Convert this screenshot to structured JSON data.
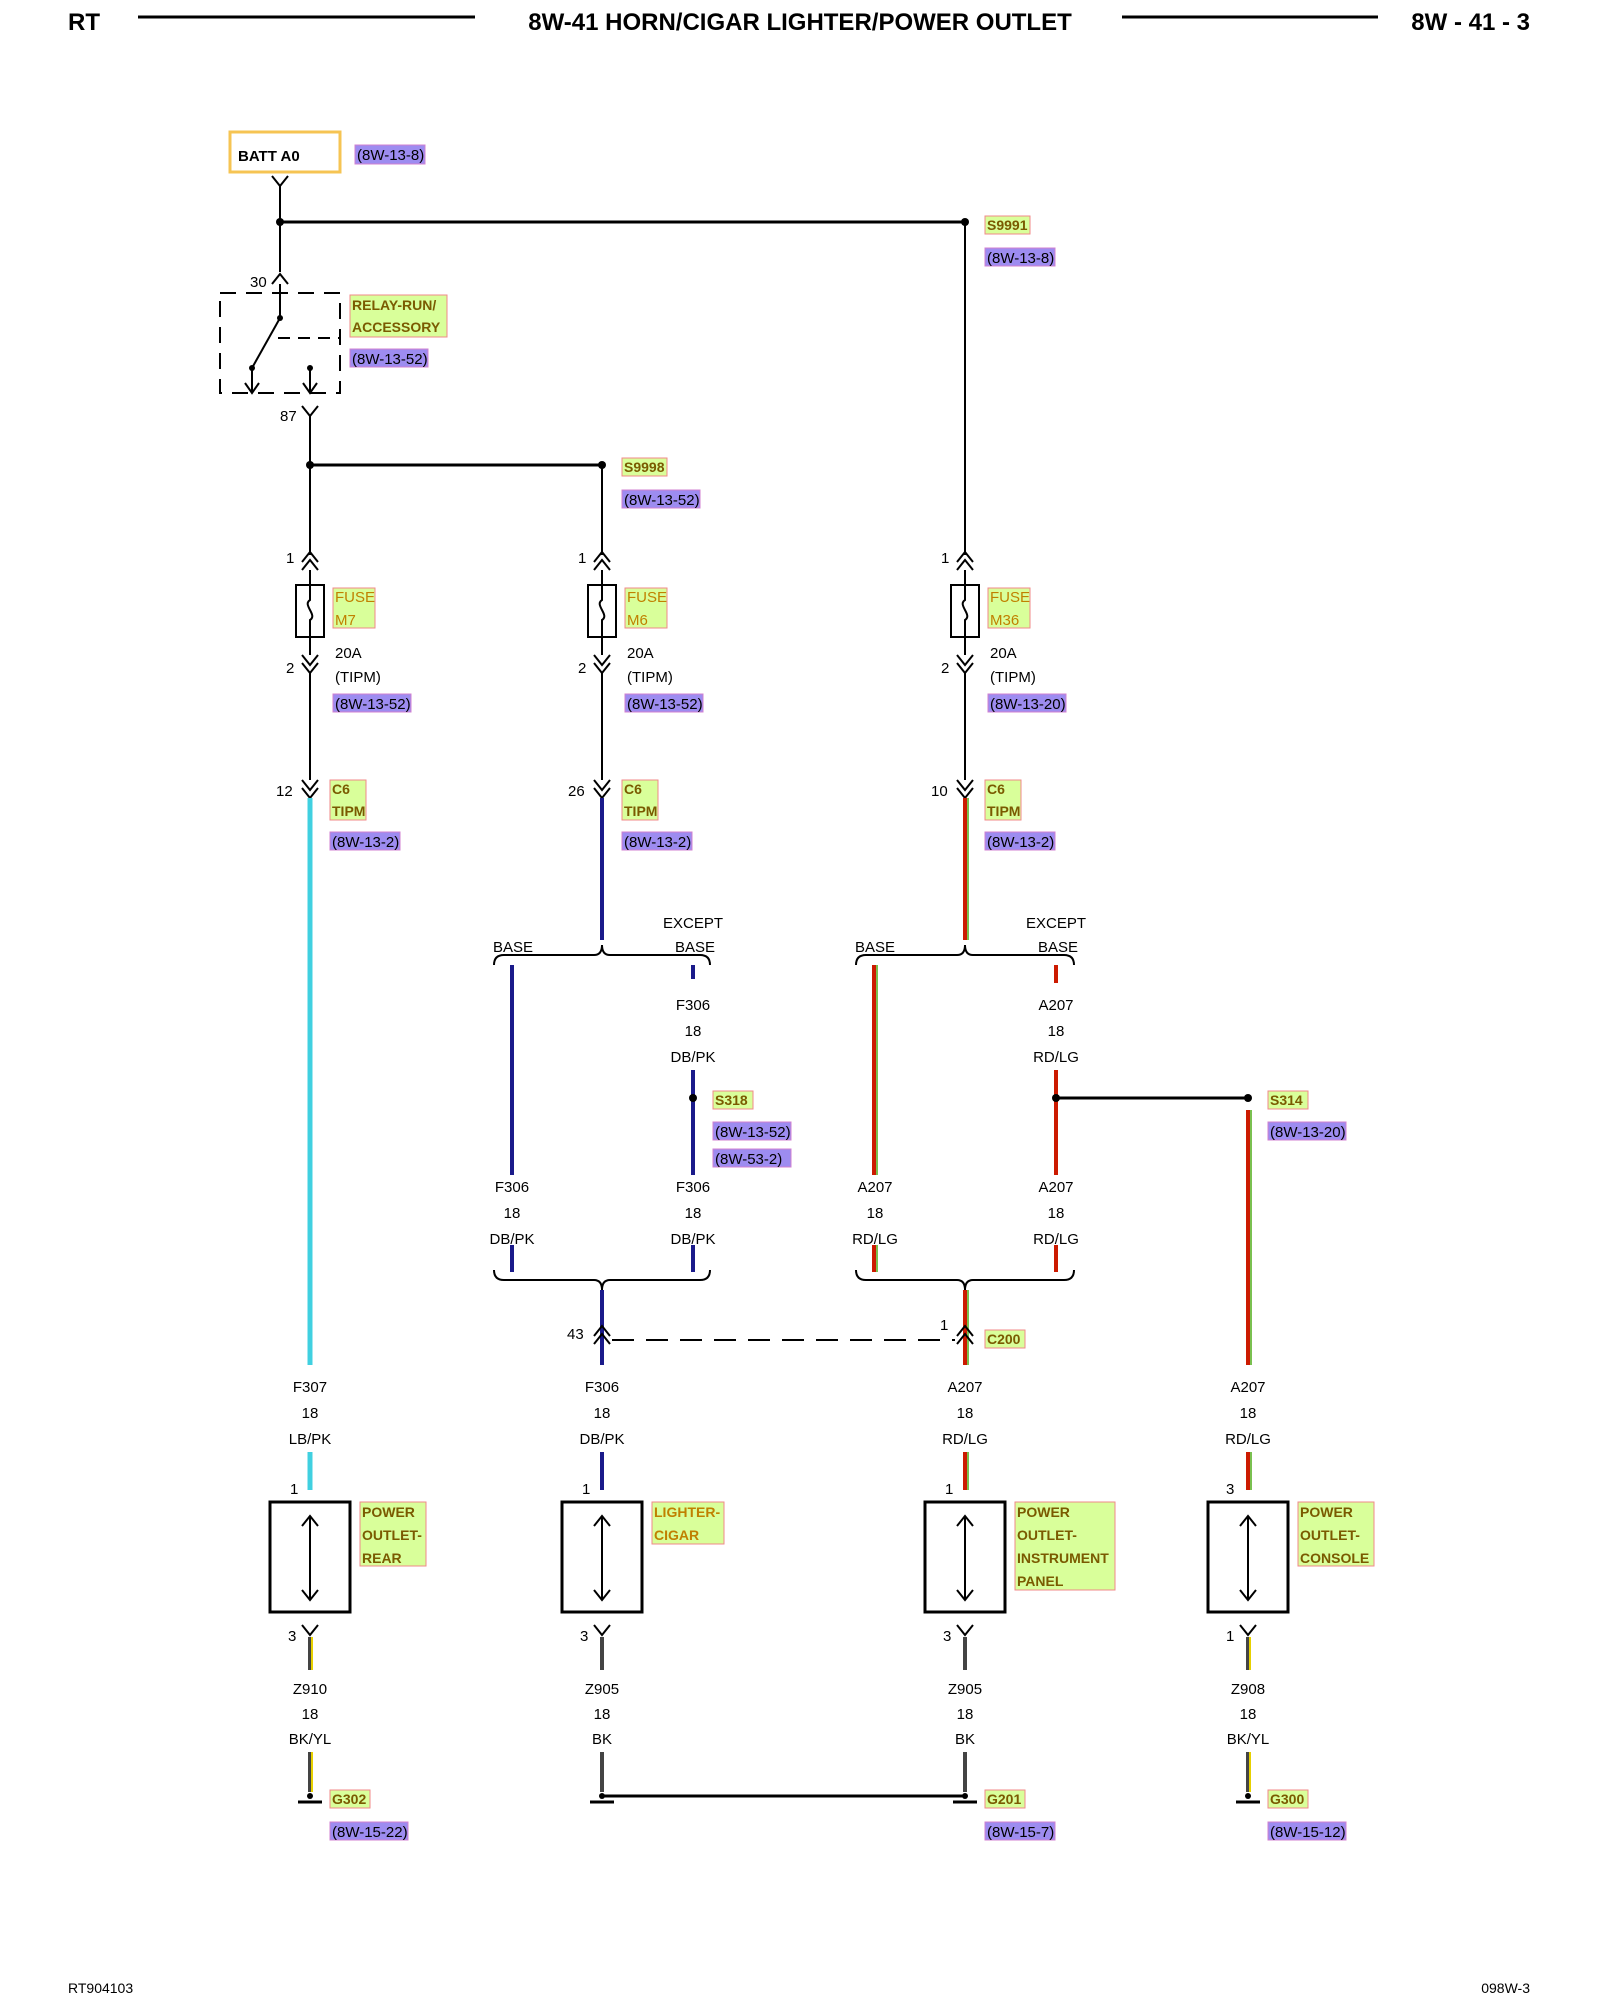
{
  "header": {
    "left": "RT",
    "title": "8W-41 HORN/CIGAR LIGHTER/POWER OUTLET",
    "right": "8W - 41 - 3"
  },
  "footer": {
    "left": "RT904103",
    "right": "098W-3"
  },
  "colors": {
    "ref_bg": "#9d8cf0",
    "comp_bg": "#d9ff9a",
    "comp_border": "#f08a8a",
    "comp_text": "#7a5a00",
    "batt_border": "#f6c453",
    "wire_lb": "#40d0e0",
    "wire_db": "#1a1a8a",
    "wire_rd": "#cc1a00",
    "wire_lg": "#7ac050",
    "wire_bk": "#444444",
    "wire_yl": "#e6d000",
    "wire_pk": "#f0a0c8"
  },
  "batt": {
    "label": "BATT A0",
    "ref": "(8W-13-8)"
  },
  "s9991": {
    "tag": "S9991",
    "ref": "(8W-13-8)"
  },
  "relay": {
    "name1": "RELAY-RUN/",
    "name2": "ACCESSORY",
    "ref": "(8W-13-52)",
    "pin_in": "30",
    "pin_out": "87"
  },
  "s9998": {
    "tag": "S9998",
    "ref": "(8W-13-52)"
  },
  "fuses": [
    {
      "name1": "FUSE",
      "name2": "M7",
      "pin1": "1",
      "pin2": "2",
      "rating": "20A",
      "loc": "(TIPM)",
      "ref": "(8W-13-52)"
    },
    {
      "name1": "FUSE",
      "name2": "M6",
      "pin1": "1",
      "pin2": "2",
      "rating": "20A",
      "loc": "(TIPM)",
      "ref": "(8W-13-52)"
    },
    {
      "name1": "FUSE",
      "name2": "M36",
      "pin1": "1",
      "pin2": "2",
      "rating": "20A",
      "loc": "(TIPM)",
      "ref": "(8W-13-20)"
    }
  ],
  "c6": [
    {
      "pin": "12",
      "name1": "C6",
      "name2": "TIPM",
      "ref": "(8W-13-2)"
    },
    {
      "pin": "26",
      "name1": "C6",
      "name2": "TIPM",
      "ref": "(8W-13-2)"
    },
    {
      "pin": "10",
      "name1": "C6",
      "name2": "TIPM",
      "ref": "(8W-13-2)"
    }
  ],
  "branches": {
    "base": "BASE",
    "except": "EXCEPT",
    "except_base": "BASE"
  },
  "mid_wires": [
    {
      "id": "F306",
      "gauge": "18",
      "color": "DB/PK"
    },
    {
      "id": "A207",
      "gauge": "18",
      "color": "RD/LG"
    }
  ],
  "s318": {
    "tag": "S318",
    "ref1": "(8W-13-52)",
    "ref2": "(8W-53-2)"
  },
  "s314": {
    "tag": "S314",
    "ref": "(8W-13-20)"
  },
  "c200": {
    "tag": "C200",
    "pin_left": "43",
    "pin_right": "1"
  },
  "feed_wires": [
    {
      "id": "F307",
      "gauge": "18",
      "color": "LB/PK"
    },
    {
      "id": "F306",
      "gauge": "18",
      "color": "DB/PK"
    },
    {
      "id": "A207",
      "gauge": "18",
      "color": "RD/LG"
    },
    {
      "id": "A207",
      "gauge": "18",
      "color": "RD/LG"
    }
  ],
  "devices": [
    {
      "lines": [
        "POWER",
        "OUTLET-",
        "REAR"
      ],
      "pin_top": "1",
      "pin_bot": "3"
    },
    {
      "lines": [
        "LIGHTER-",
        "CIGAR"
      ],
      "pin_top": "1",
      "pin_bot": "3"
    },
    {
      "lines": [
        "POWER",
        "OUTLET-",
        "INSTRUMENT",
        "PANEL"
      ],
      "pin_top": "1",
      "pin_bot": "3"
    },
    {
      "lines": [
        "POWER",
        "OUTLET-",
        "CONSOLE"
      ],
      "pin_top": "3",
      "pin_bot": "1"
    }
  ],
  "ground_wires": [
    {
      "id": "Z910",
      "gauge": "18",
      "color": "BK/YL"
    },
    {
      "id": "Z905",
      "gauge": "18",
      "color": "BK"
    },
    {
      "id": "Z905",
      "gauge": "18",
      "color": "BK"
    },
    {
      "id": "Z908",
      "gauge": "18",
      "color": "BK/YL"
    }
  ],
  "grounds": [
    {
      "tag": "G302",
      "ref": "(8W-15-22)"
    },
    {
      "tag": "G201",
      "ref": "(8W-15-7)"
    },
    {
      "tag": "G300",
      "ref": "(8W-15-12)"
    }
  ]
}
